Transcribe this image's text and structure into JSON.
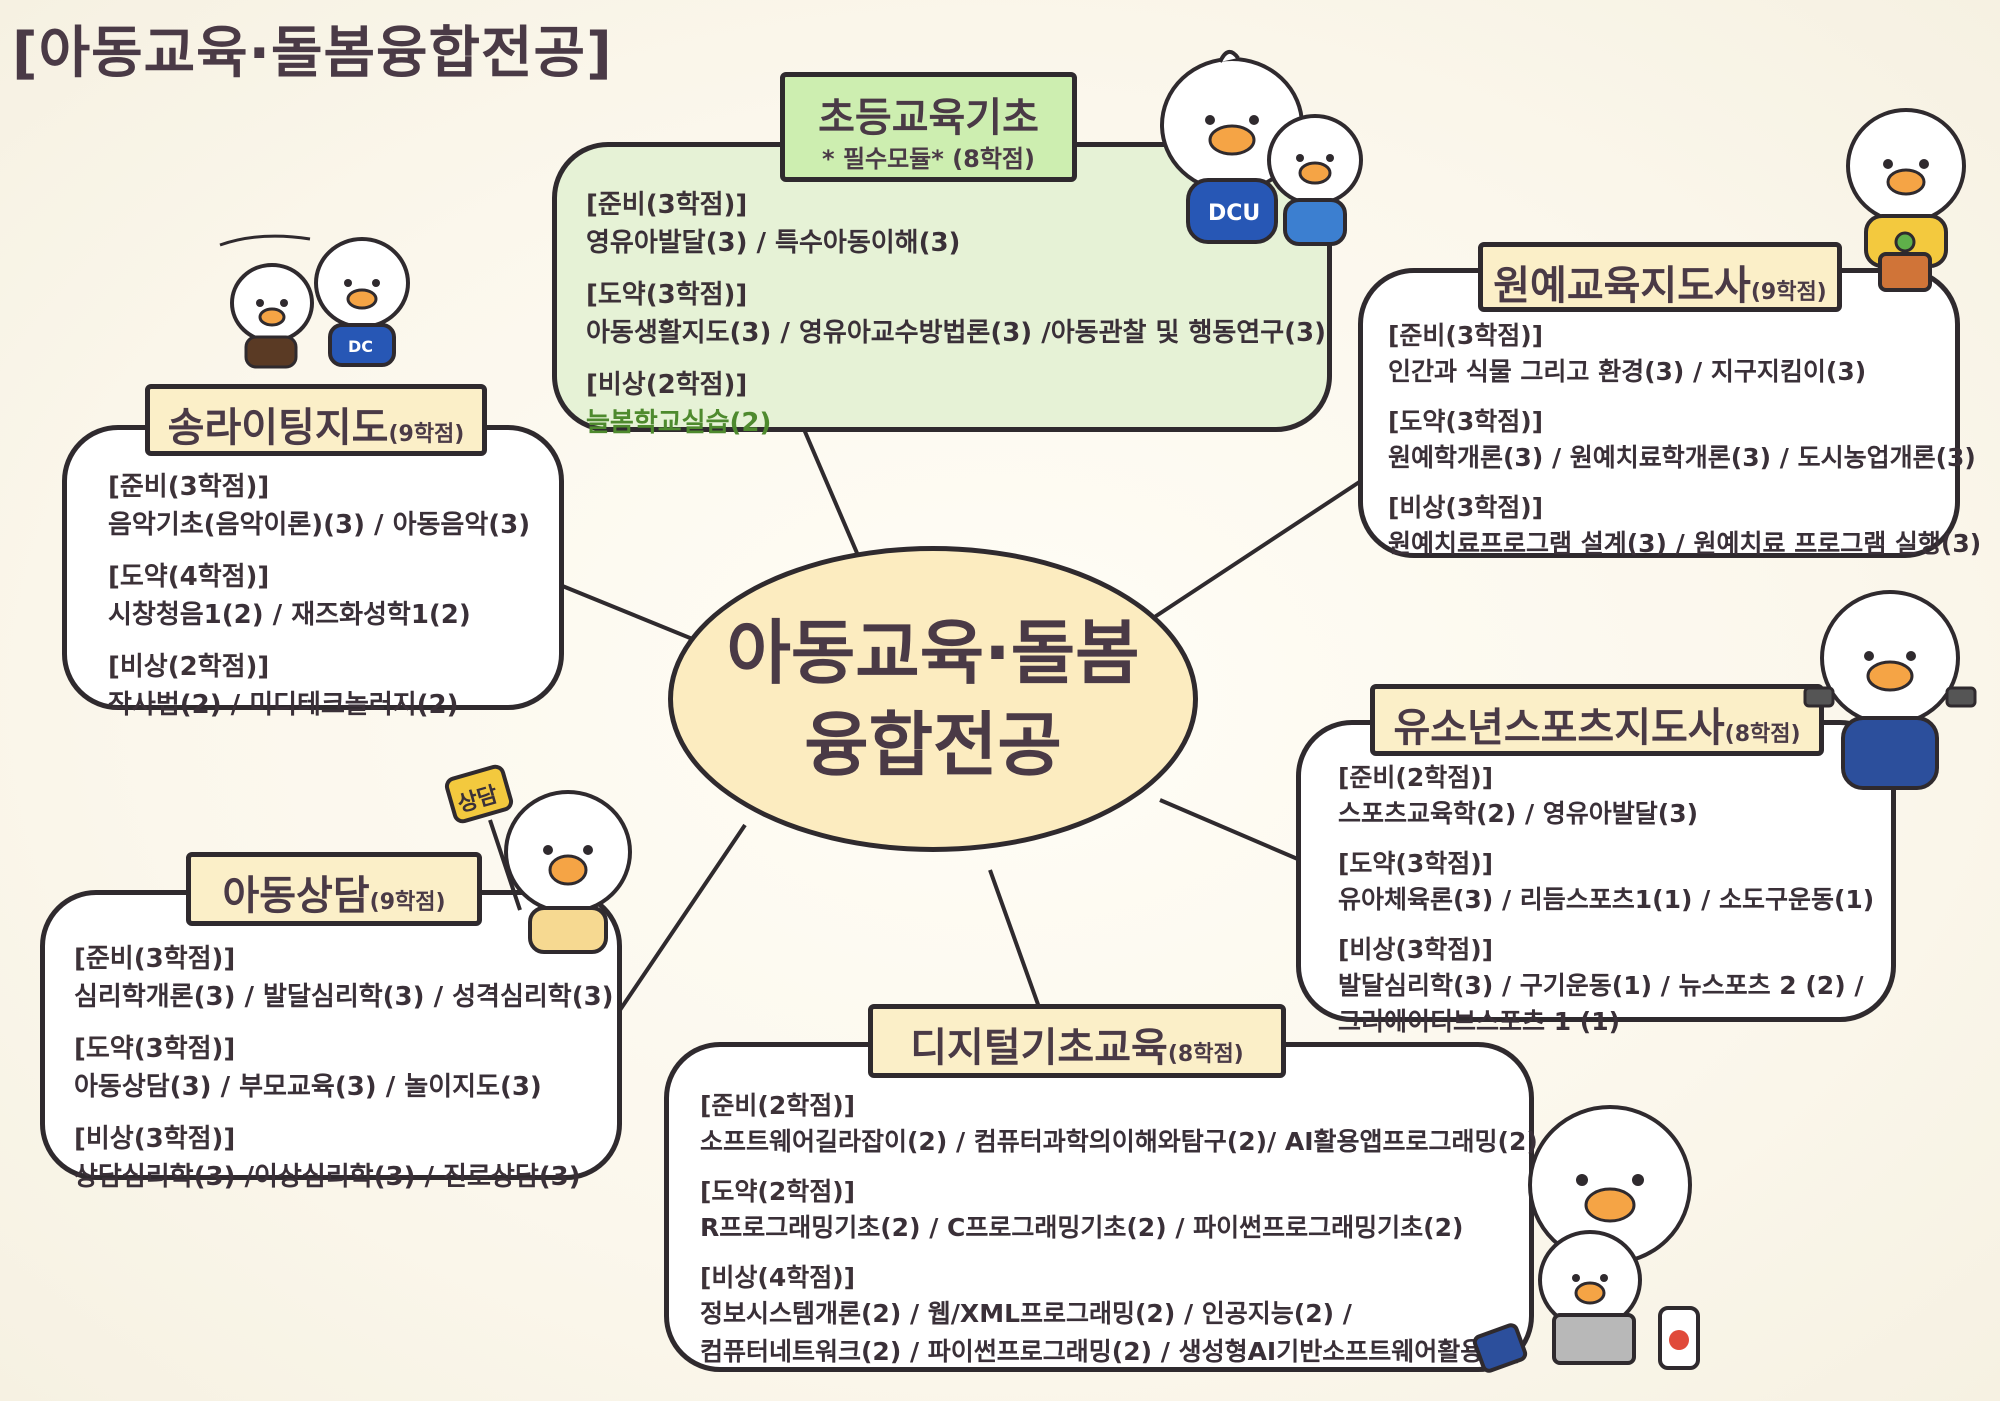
{
  "page_title": "[아동교육·돌봄융합전공]",
  "center": {
    "line1": "아동교육·돌봄",
    "line2": "융합전공"
  },
  "modules": {
    "elementary": {
      "title": "초등교육기초",
      "subtitle": "* 필수모듈* (8학점)",
      "s1h": "[준비(3학점)]",
      "s1": "영유아발달(3) / 특수아동이해(3)",
      "s2h": "[도약(3학점)]",
      "s2": "아동생활지도(3) / 영유아교수방법론(3) /아동관찰 및 행동연구(3)",
      "s3h": "[비상(2학점)]",
      "s3": "늘봄학교실습(2)"
    },
    "horticulture": {
      "title": "원예교육지도사",
      "credits": "(9학점)",
      "s1h": "[준비(3학점)]",
      "s1": "인간과 식물 그리고 환경(3) / 지구지킴이(3)",
      "s2h": "[도약(3학점)]",
      "s2": "원예학개론(3) / 원예치료학개론(3) / 도시농업개론(3)",
      "s3h": "[비상(3학점)]",
      "s3": "원예치료프로그램 설계(3) / 원예치료 프로그램 실행(3)"
    },
    "songwriting": {
      "title": "송라이팅지도",
      "credits": "(9학점)",
      "s1h": "[준비(3학점)]",
      "s1": "음악기초(음악이론)(3) / 아동음악(3)",
      "s2h": "[도약(4학점)]",
      "s2": "시창청음1(2) / 재즈화성학1(2)",
      "s3h": "[비상(2학점)]",
      "s3": "작사법(2) / 미디테크놀러지(2)"
    },
    "sports": {
      "title": "유소년스포츠지도사",
      "credits": "(8학점)",
      "s1h": "[준비(2학점)]",
      "s1": "스포츠교육학(2) / 영유아발달(3)",
      "s2h": "[도약(3학점)]",
      "s2": "유아체육론(3) / 리듬스포츠1(1) / 소도구운동(1)",
      "s3h": "[비상(3학점)]",
      "s3": "발달심리학(3) / 구기운동(1) / 뉴스포츠 2 (2) /",
      "s3b": "크리에이티브스포츠 1 (1)"
    },
    "counseling": {
      "title": "아동상담",
      "credits": "(9학점)",
      "s1h": "[준비(3학점)]",
      "s1": "심리학개론(3) / 발달심리학(3) / 성격심리학(3)",
      "s2h": "[도약(3학점)]",
      "s2": "아동상담(3) / 부모교육(3) / 놀이지도(3)",
      "s3h": "[비상(3학점)]",
      "s3": "상담심리학(3) /이상심리학(3) / 진로상담(3)"
    },
    "digital": {
      "title": "디지털기초교육",
      "credits": "(8학점)",
      "s1h": "[준비(2학점)]",
      "s1": "소프트웨어길라잡이(2) / 컴퓨터과학의이해와탐구(2)/ AI활용앱프로그래밍(2)",
      "s2h": "[도약(2학점)]",
      "s2": "R프로그래밍기초(2) / C프로그래밍기초(2) / 파이썬프로그래밍기초(2)",
      "s3h": "[비상(4학점)]",
      "s3": "정보시스템개론(2) / 웹/XML프로그래밍(2) / 인공지능(2) /",
      "s3b": "컴퓨터네트워크(2) / 파이썬프로그래밍(2) / 생성형AI기반소프트웨어활용(2)"
    }
  },
  "mascot_labels": {
    "sign": "상담",
    "shirt": "DCU",
    "shirt2": "DC"
  },
  "colors": {
    "box_border": "#2f2a2e",
    "tag_fill": "#fbefc8",
    "green_box": "#e6f2d6",
    "green_tag": "#cdeeb0",
    "center_fill": "#fcecc0",
    "green_text": "#4e8a2e"
  }
}
